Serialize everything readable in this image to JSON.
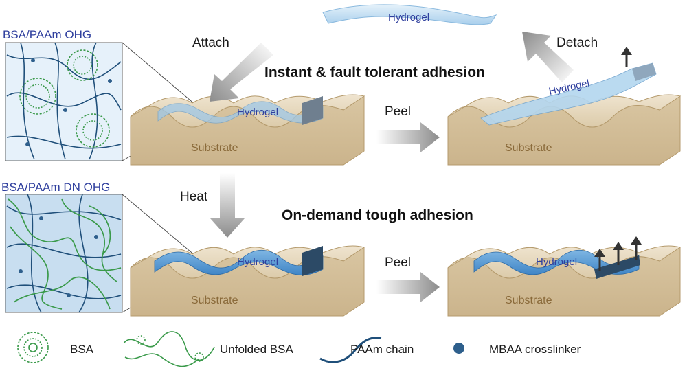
{
  "panels": {
    "inset_top_title": "BSA/PAAm OHG",
    "inset_bottom_title": "BSA/PAAm DN OHG",
    "headline_top": "Instant & fault tolerant adhesion",
    "headline_bottom": "On-demand tough adhesion"
  },
  "steps": {
    "attach": "Attach",
    "detach": "Detach",
    "heat": "Heat",
    "peel_top": "Peel",
    "peel_bottom": "Peel"
  },
  "labels": {
    "hydrogel_free": "Hydrogel",
    "hydrogel_1": "Hydrogel",
    "hydrogel_2": "Hydrogel",
    "hydrogel_3": "Hydrogel",
    "hydrogel_4": "Hydrogel",
    "substrate_1": "Substrate",
    "substrate_2": "Substrate",
    "substrate_3": "Substrate",
    "substrate_4": "Substrate"
  },
  "legend": {
    "bsa": "BSA",
    "unfolded_bsa": "Unfolded BSA",
    "paam_chain": "PAAm chain",
    "mbaa": "MBAA crosslinker"
  },
  "colors": {
    "hydrogel_light": "#cfe6f5",
    "hydrogel_dark": "#4f93cf",
    "substrate": "#dccbaa",
    "protein_green": "#3a9a4a",
    "chain_blue": "#1f4f7a"
  }
}
